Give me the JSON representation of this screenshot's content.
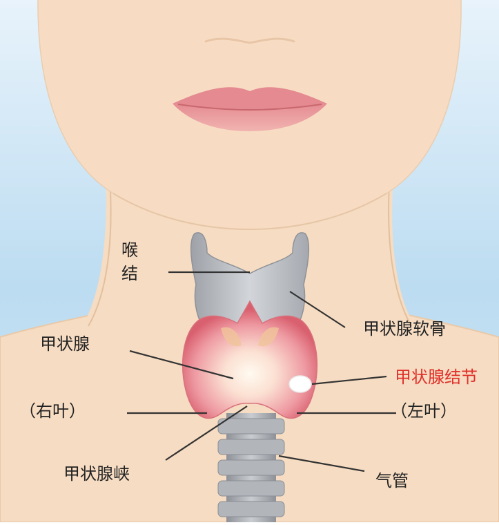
{
  "labels": {
    "adams_apple_line1": "喉",
    "adams_apple_line2": "结",
    "thyroid_cartilage": "甲状腺软骨",
    "thyroid_gland": "甲状腺",
    "thyroid_nodule": "甲状腺结节",
    "right_lobe": "（右叶）",
    "left_lobe": "（左叶）",
    "isthmus": "甲状腺峡",
    "trachea": "气管"
  },
  "colors": {
    "background_sky": "#cfe6f6",
    "skin": "#f6dcc2",
    "skin_outline": "#e9c9a9",
    "lips": "#e89a9a",
    "cartilage": "#b9bcc1",
    "thyroid": "#e07a86",
    "thyroid_glow": "#fff3dc",
    "nodule": "#ffffff",
    "trachea": "#a9adb3",
    "highlight_label": "#e0302a",
    "text": "#222222"
  }
}
